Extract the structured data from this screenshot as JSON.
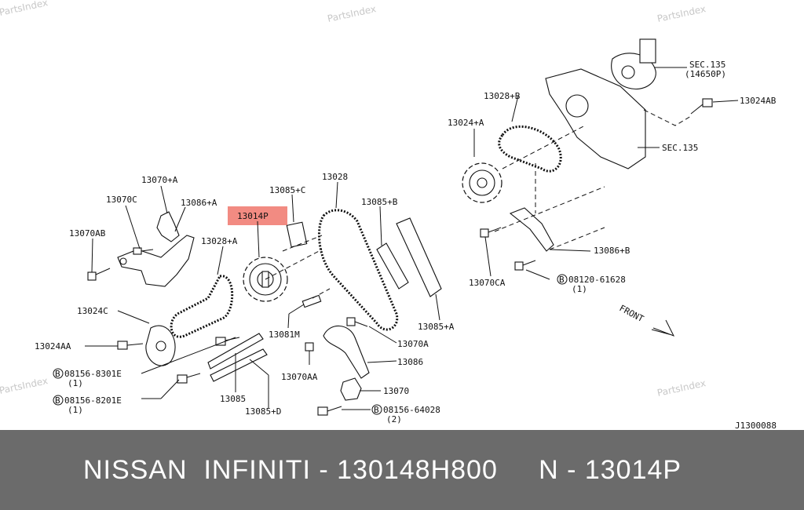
{
  "watermarks": [
    "PartsIndex",
    "PartsIndex",
    "PartsIndex",
    "PartsIndex",
    "PartsIndex"
  ],
  "diagram_id": "J1300088",
  "highlight_label": "13014P",
  "labels": {
    "l13070A_plus": "13070+A",
    "l13070C": "13070C",
    "l13086A": "13086+A",
    "l13070AB": "13070AB",
    "l13028A": "13028+A",
    "l13085C": "13085+C",
    "l13028": "13028",
    "l13085B": "13085+B",
    "l13024C": "13024C",
    "l13024AA": "13024AA",
    "l08156_8301E": "08156-8301E",
    "l08156_8301E_qty": "(1)",
    "l08156_8201E": "08156-8201E",
    "l08156_8201E_qty": "(1)",
    "l13081M": "13081M",
    "l13085": "13085",
    "l13085D": "13085+D",
    "l13070AA": "13070AA",
    "l13070A": "13070A",
    "l13086": "13086",
    "l13070": "13070",
    "l08156_64028": "08156-64028",
    "l08156_64028_qty": "(2)",
    "l13085A": "13085+A",
    "l13028B": "13028+B",
    "l13024A": "13024+A",
    "l13070CA": "13070CA",
    "l13086B": "13086+B",
    "l08120_61628": "08120-61628",
    "l08120_61628_qty": "(1)",
    "lSEC135a": "SEC.135",
    "lSEC135a_sub": "(14650P)",
    "l13024AB": "13024AB",
    "lSEC135b": "SEC.135",
    "lFRONT": "FRONT",
    "bolt_marker": "B"
  },
  "footer_title": "NISSAN  INFINITI - 130148H800     N - 13014P",
  "colors": {
    "footer_bg": "#6b6b6b",
    "highlight_bg": "#f28b82",
    "watermark": "#c8c8c8"
  }
}
